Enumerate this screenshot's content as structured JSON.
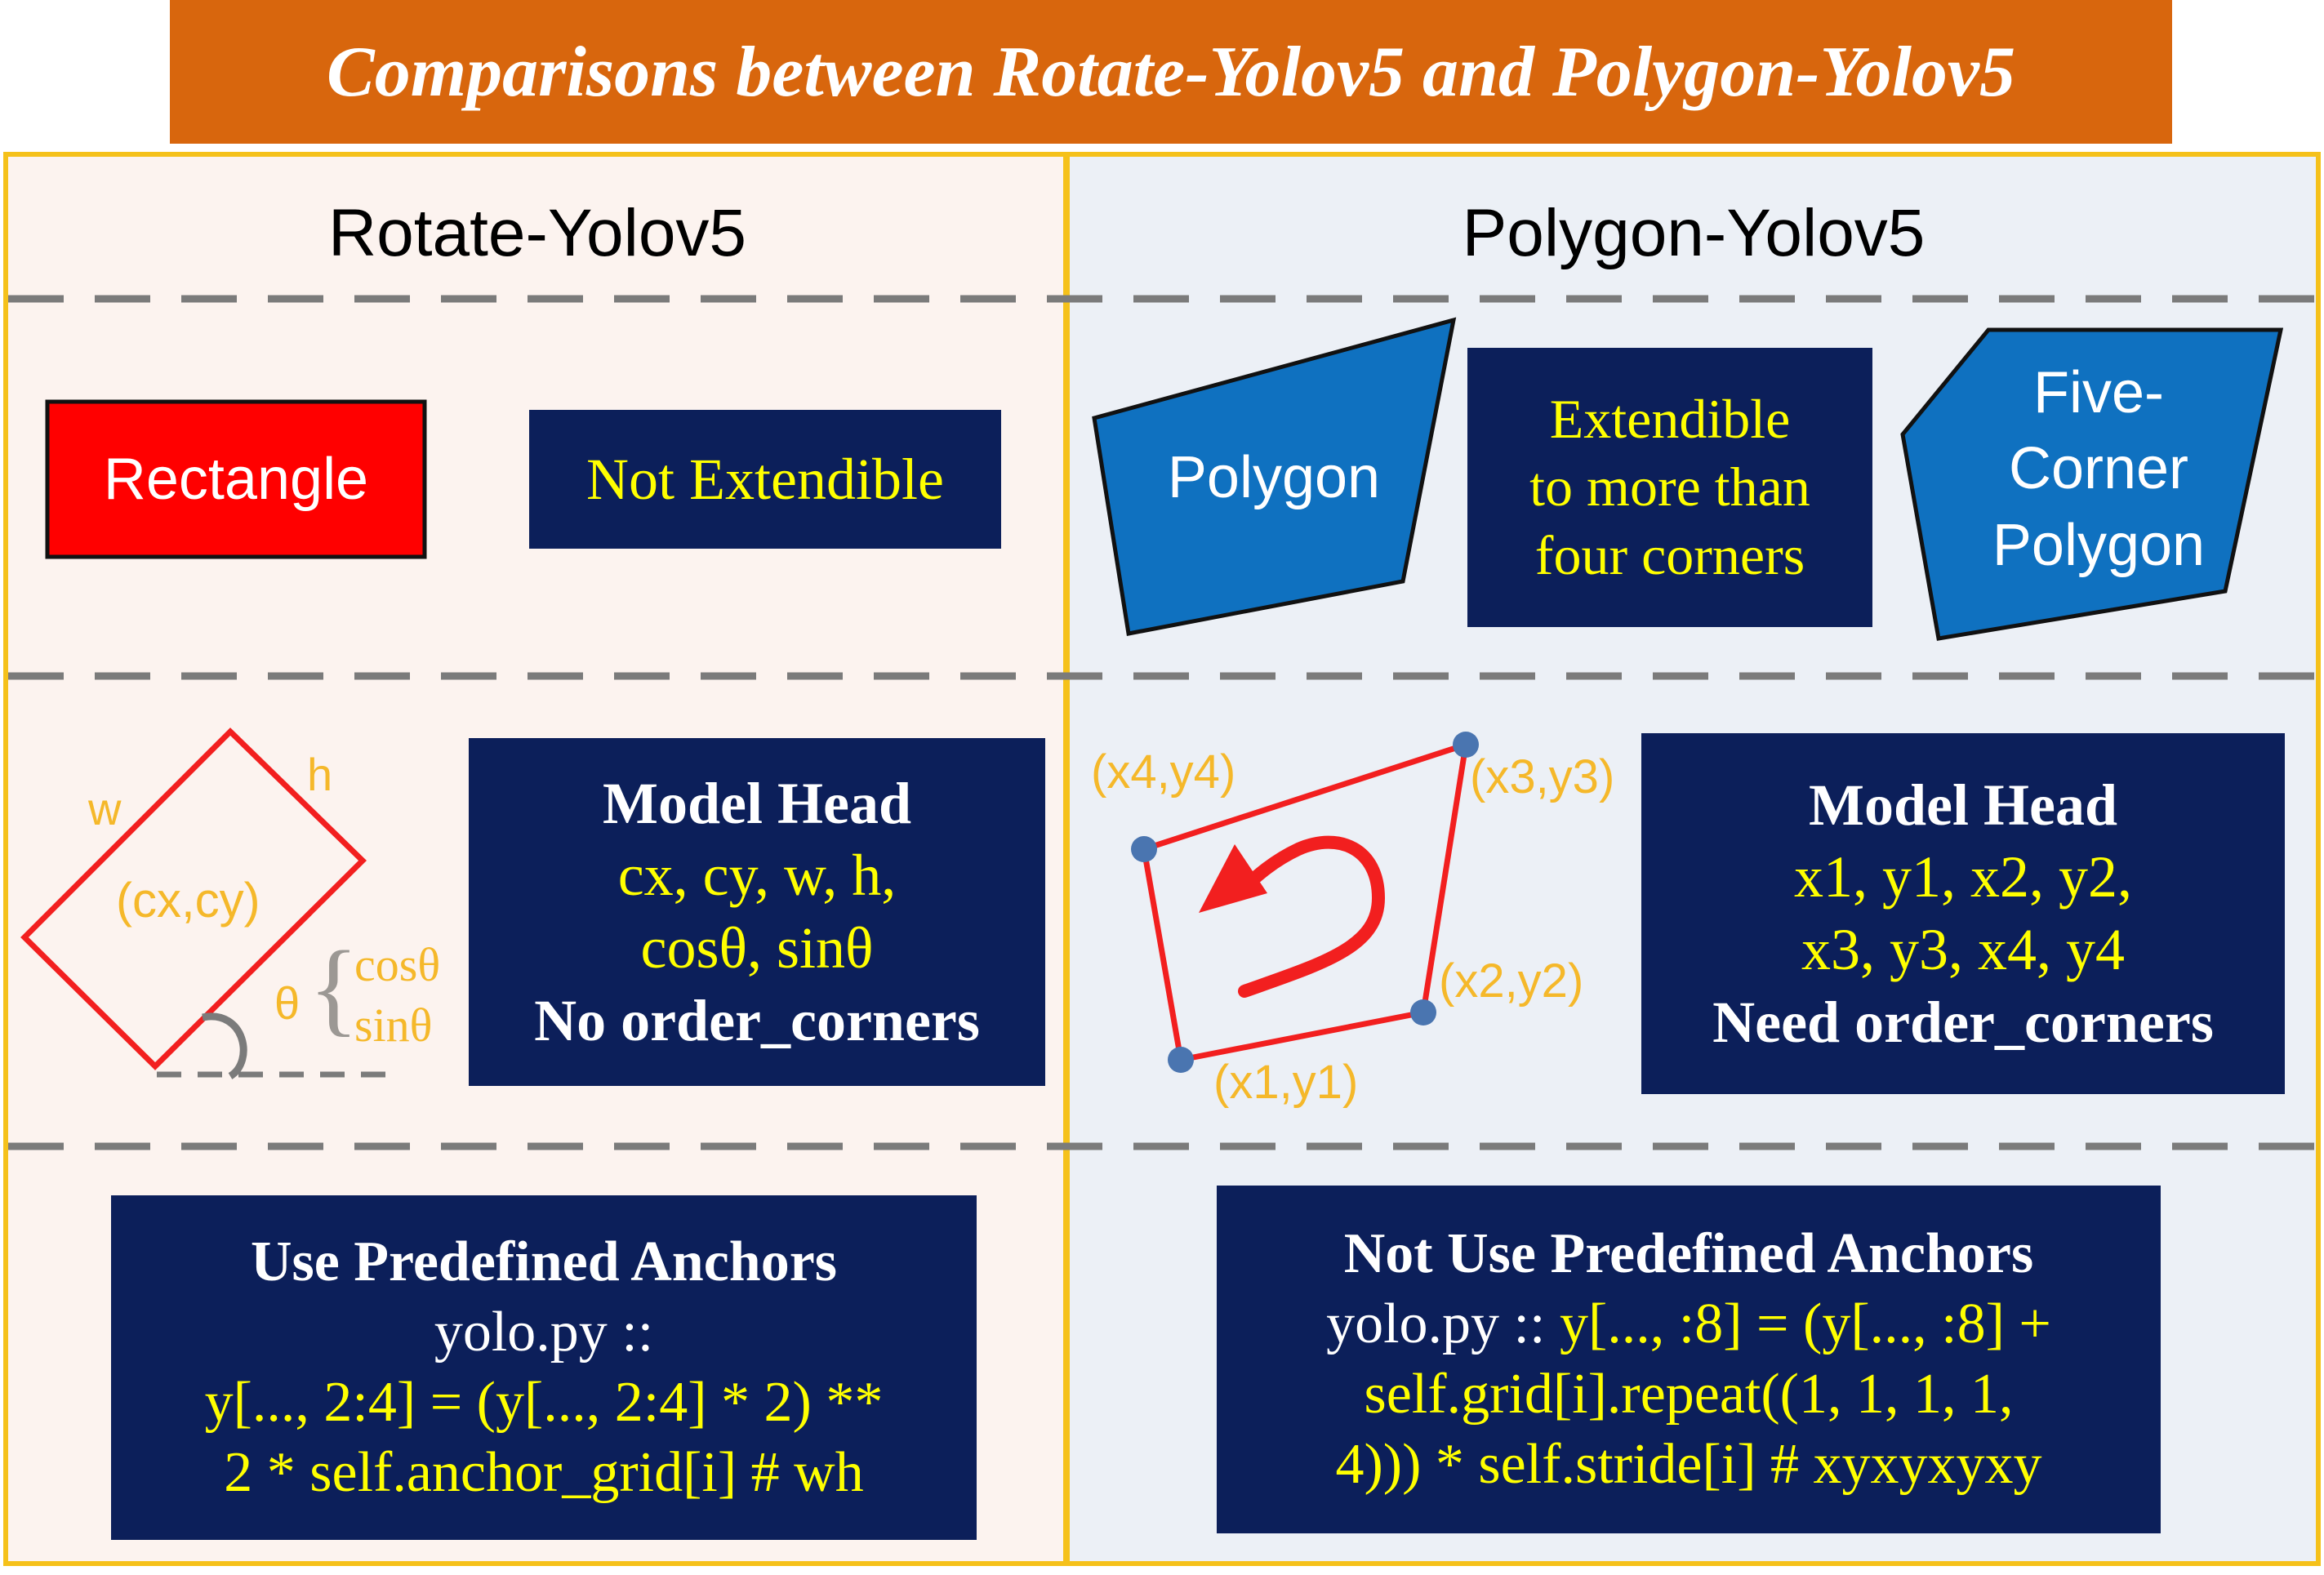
{
  "title": "Comparisons between Rotate-Yolov5 and Polygon-Yolov5",
  "left": {
    "heading": "Rotate-Yolov5",
    "shape_label": "Rectangle",
    "extendibility": "Not Extendible",
    "diagram": {
      "w_label": "w",
      "h_label": "h",
      "center_label": "(cx,cy)",
      "theta_label": "θ",
      "brace": "{",
      "cos_label": "cosθ",
      "sin_label": "sinθ"
    },
    "model_head": {
      "title": "Model Head",
      "line1": "cx, cy, w, h,",
      "line2": "cosθ, sinθ",
      "line3": "No order_corners"
    },
    "anchors": {
      "title": "Use Predefined Anchors",
      "line1": "yolo.py ::",
      "line2": "y[..., 2:4] = (y[..., 2:4] * 2) **",
      "line3": "2 * self.anchor_grid[i]  # wh"
    }
  },
  "right": {
    "heading": "Polygon-Yolov5",
    "polygon_label": "Polygon",
    "extendibility": [
      "Extendible",
      "to more than",
      "four corners"
    ],
    "five_corner_label": [
      "Five-",
      "Corner",
      "Polygon"
    ],
    "diagram": {
      "p1": "(x1,y1)",
      "p2": "(x2,y2)",
      "p3": "(x3,y3)",
      "p4": "(x4,y4)"
    },
    "model_head": {
      "title": "Model Head",
      "line1": "x1, y1, x2, y2,",
      "line2": "x3, y3, x4, y4",
      "line3": "Need order_corners"
    },
    "anchors": {
      "title": "Not Use Predefined Anchors",
      "line1_prefix": "yolo.py :: ",
      "line1_code": "y[..., :8] = (y[..., :8] +",
      "line2": "self.grid[i].repeat((1, 1, 1, 1,",
      "line3": "4))) * self.stride[i]  # xyxyxyxy"
    }
  },
  "colors": {
    "title_bar": "#d8660d",
    "panel_border": "#f5c11a",
    "left_bg": "#fcf3ef",
    "right_bg": "#ecf0f6",
    "navy": "#0c1f5a",
    "text_yellow": "#ffff00",
    "rectangle_red": "#ff0000",
    "polygon_blue": "#0f71c0",
    "diagram_red": "#f21f1f",
    "point_blue": "#4a75b0",
    "label_orange": "#f5b82a",
    "dash_grey": "#7b7b7b"
  }
}
